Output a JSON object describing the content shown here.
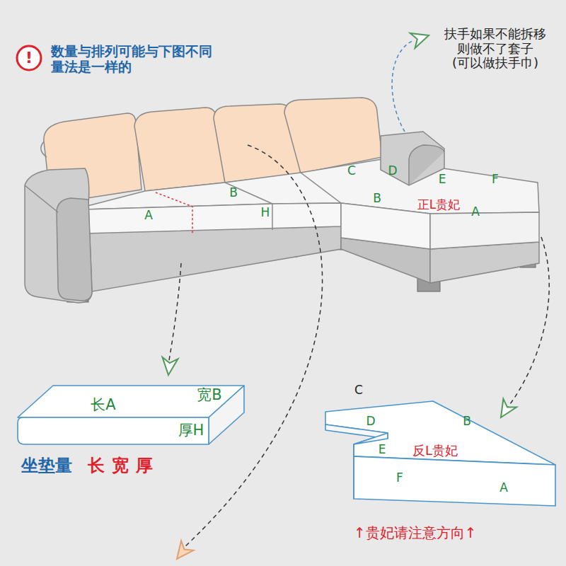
{
  "diagram": {
    "nodes": [
      {
        "text": [
          "长A",
          "宽B",
          "厚H"
        ]
      },
      {
        "text": [
          "D",
          "B",
          "反L贵妃",
          "E",
          "F",
          "A"
        ]
      }
    ],
    "labels": [
      "!",
      "数量与排列可能与下图不同 量法是一样的",
      "扶手如果不能拆移 则做不了套子 (可以做扶手巾)",
      "A",
      "B",
      "H",
      "C",
      "D",
      "E",
      "F",
      "B",
      "正L贵妃",
      "A",
      "C",
      "坐垫量",
      "长",
      "宽",
      "厚",
      "↑贵妃请注意方向↑"
    ]
  }
}
